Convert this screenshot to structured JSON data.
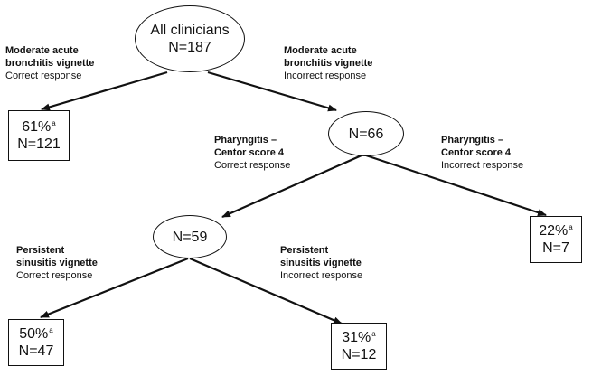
{
  "root": {
    "line1": "All clinicians",
    "line2": "N=187"
  },
  "node_n66": {
    "n": "N=66"
  },
  "node_n59": {
    "n": "N=59"
  },
  "leaf_121": {
    "pct": "61%",
    "sup": "a",
    "n": "N=121"
  },
  "leaf_7": {
    "pct": "22%",
    "sup": "a",
    "n": "N=7"
  },
  "leaf_47": {
    "pct": "50%",
    "sup": "a",
    "n": "N=47"
  },
  "leaf_12": {
    "pct": "31%",
    "sup": "a",
    "n": "N=12"
  },
  "edge_labels": {
    "bronchitis_correct": {
      "line1": "Moderate acute",
      "line2": "bronchitis vignette",
      "response": "Correct response"
    },
    "bronchitis_incorrect": {
      "line1": "Moderate acute",
      "line2": "bronchitis vignette",
      "response": "Incorrect response"
    },
    "pharyngitis_correct": {
      "line1": "Pharyngitis –",
      "line2": "Centor score 4",
      "response": "Correct response"
    },
    "pharyngitis_incorrect": {
      "line1": "Pharyngitis –",
      "line2": "Centor score 4",
      "response": "Incorrect response"
    },
    "sinusitis_correct": {
      "line1": "Persistent",
      "line2": "sinusitis vignette",
      "response": "Correct response"
    },
    "sinusitis_incorrect": {
      "line1": "Persistent",
      "line2": "sinusitis vignette",
      "response": "Incorrect response"
    }
  }
}
